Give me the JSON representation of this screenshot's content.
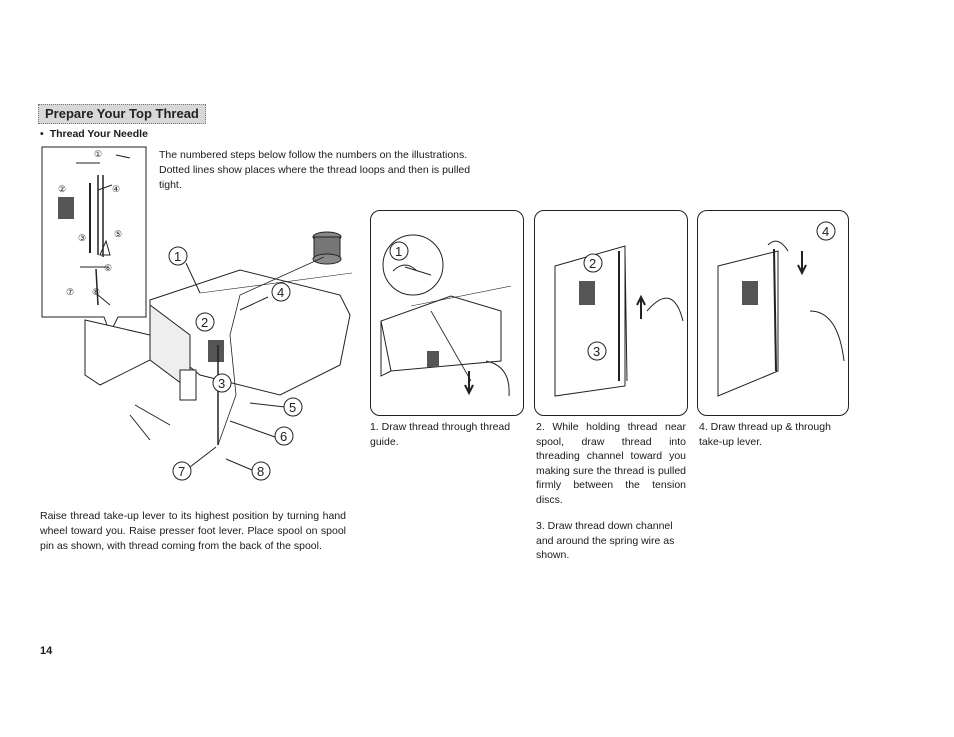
{
  "section_title": "Prepare Your Top Thread",
  "subsection": {
    "bullet": "•",
    "title": "Thread Your Needle"
  },
  "intro": "The numbered steps below follow the numbers on the illustrations. Dotted lines show places where the thread loops and then is pulled tight.",
  "spool_instructions": "Raise thread take-up lever to its highest position by turning hand wheel toward you. Raise presser foot lever. Place spool on spool pin as shown, with thread coming from the back of the spool.",
  "steps": [
    "1. Draw thread through thread guide.",
    "2. While holding thread near spool, draw thread into threading channel toward you making sure the thread is pulled firmly between the tension discs.",
    "3. Draw thread down channel and around the spring wire as shown.",
    "4. Draw thread up & through take-up lever."
  ],
  "diagram_labels": {
    "main": [
      "1",
      "2",
      "3",
      "4",
      "5",
      "6",
      "7",
      "8"
    ],
    "inset": [
      "①",
      "②",
      "③",
      "④",
      "⑤",
      "⑥",
      "⑦",
      "⑧"
    ],
    "detail1": "1",
    "detail2": [
      "2",
      "3"
    ],
    "detail4": "4"
  },
  "page_number": "14"
}
